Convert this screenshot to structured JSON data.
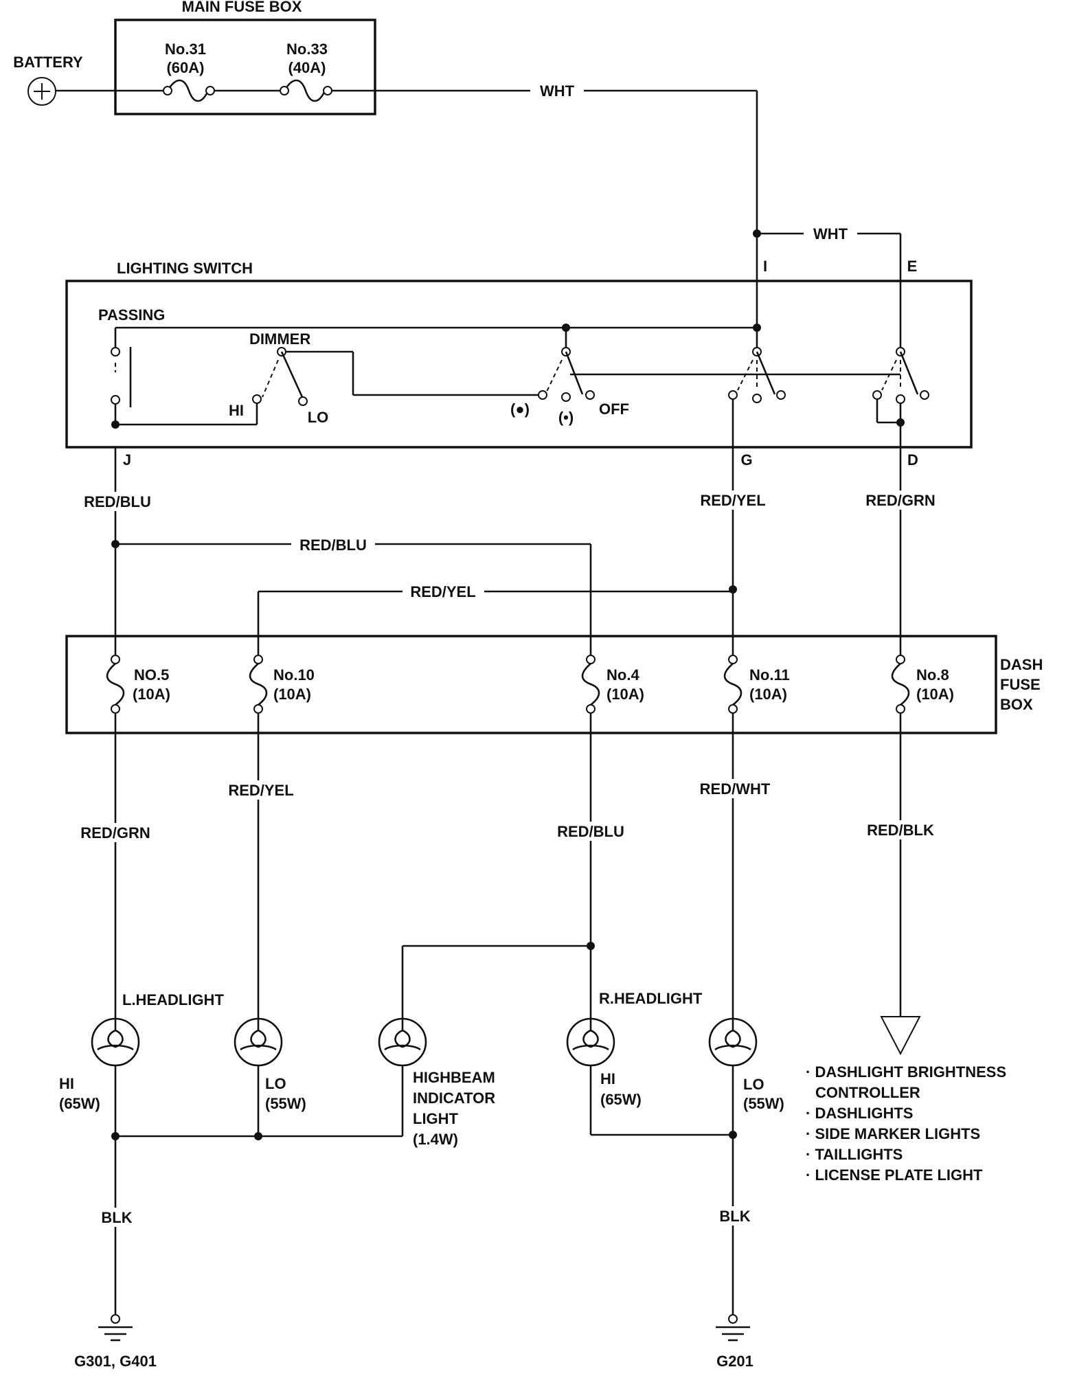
{
  "main_fuse_box": {
    "title": "MAIN FUSE BOX",
    "battery": "BATTERY",
    "fuses": [
      {
        "num": "No.31",
        "rating": "(60A)"
      },
      {
        "num": "No.33",
        "rating": "(40A)"
      }
    ]
  },
  "lighting_switch": {
    "title": "LIGHTING SWITCH",
    "passing": "PASSING",
    "dimmer": "DIMMER",
    "hi": "HI",
    "lo": "LO",
    "pos_large": "(●)",
    "pos_small": "(•)",
    "off": "OFF",
    "terminals": {
      "i": "I",
      "e": "E",
      "j": "J",
      "g": "G",
      "d": "D"
    }
  },
  "wires": {
    "wht_main": "WHT",
    "wht_branch": "WHT",
    "red_blu_j": "RED/BLU",
    "red_yel_g": "RED/YEL",
    "red_grn_d": "RED/GRN",
    "red_blu_bus": "RED/BLU",
    "red_yel_bus": "RED/YEL",
    "red_grn_f5": "RED/GRN",
    "red_yel_f10": "RED/YEL",
    "red_blu_f4": "RED/BLU",
    "red_wht_f11": "RED/WHT",
    "red_blk_f8": "RED/BLK",
    "blk_left": "BLK",
    "blk_right": "BLK"
  },
  "dash_fuse_box": {
    "title_1": "DASH",
    "title_2": "FUSE",
    "title_3": "BOX",
    "fuses": [
      {
        "num": "NO.5",
        "rating": "(10A)"
      },
      {
        "num": "No.10",
        "rating": "(10A)"
      },
      {
        "num": "No.4",
        "rating": "(10A)"
      },
      {
        "num": "No.11",
        "rating": "(10A)"
      },
      {
        "num": "No.8",
        "rating": "(10A)"
      }
    ]
  },
  "lights": {
    "l_headlight": "L.HEADLIGHT",
    "r_headlight": "R.HEADLIGHT",
    "l_hi": "HI",
    "l_hi_w": "(65W)",
    "l_lo": "LO",
    "l_lo_w": "(55W)",
    "hb_1": "HIGHBEAM",
    "hb_2": "INDICATOR",
    "hb_3": "LIGHT",
    "hb_4": "(1.4W)",
    "r_hi": "HI",
    "r_hi_w": "(65W)",
    "r_lo": "LO",
    "r_lo_w": "(55W)"
  },
  "loads": [
    "· DASHLIGHT BRIGHTNESS",
    "CONTROLLER",
    "· DASHLIGHTS",
    "· SIDE MARKER LIGHTS",
    "· TAILLIGHTS",
    "· LICENSE PLATE LIGHT"
  ],
  "grounds": {
    "left": "G301, G401",
    "right": "G201"
  }
}
